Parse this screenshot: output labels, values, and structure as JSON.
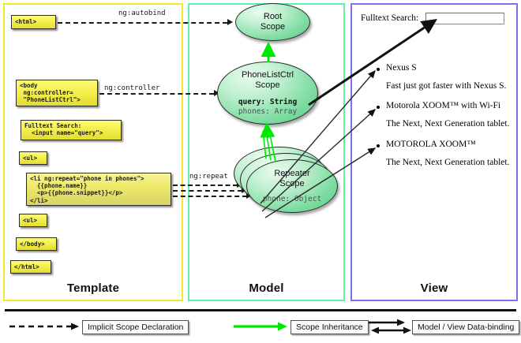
{
  "diagram": {
    "columns": [
      {
        "key": "template",
        "label": "Template",
        "border_color": "#f5ea2a"
      },
      {
        "key": "model",
        "label": "Model",
        "border_color": "#62efad"
      },
      {
        "key": "view",
        "label": "View",
        "border_color": "#7b72ea"
      }
    ]
  },
  "template": {
    "boxes": [
      {
        "name": "html-open-tag",
        "text": "<html>"
      },
      {
        "name": "body-open-tag",
        "text": "<body\n ng:controller=\n \"PhoneListCtrl\">"
      },
      {
        "name": "fulltext-search-markup",
        "text": "Fulltext Search:\n  <input name=\"query\">"
      },
      {
        "name": "ul-open-tag",
        "text": "<ul>"
      },
      {
        "name": "li-repeat-markup",
        "text": "<li ng:repeat=\"phone in phones\">\n  {{phone.name}}\n  <p>{{phone.snippet}}</p>\n</li>"
      },
      {
        "name": "ul-close-tag",
        "text": "<ul>"
      },
      {
        "name": "body-close-tag",
        "text": "</body>"
      },
      {
        "name": "html-close-tag",
        "text": "</html>"
      }
    ]
  },
  "connectors": {
    "autobind": "ng:autobind",
    "controller": "ng:controller",
    "repeat": "ng:repeat"
  },
  "model": {
    "root_scope": {
      "title": "Root\nScope",
      "line1": "Root",
      "line2": "Scope"
    },
    "ctrl_scope": {
      "line1": "PhoneListCtrl",
      "line2": "Scope",
      "prop1": "query: String",
      "prop2": "phones: Array"
    },
    "repeater_scope": {
      "line1": "Repeater",
      "line2": "Scope",
      "prop1": "phone: Object"
    }
  },
  "view": {
    "search_label": "Fulltext Search:",
    "search_value": "",
    "search_placeholder": "",
    "items": [
      {
        "name": "Nexus S",
        "snippet": "Fast just got faster with Nexus S."
      },
      {
        "name": "Motorola XOOM™  with Wi-Fi",
        "snippet": "The Next, Next Generation tablet."
      },
      {
        "name": "MOTOROLA XOOM™",
        "snippet": "The Next, Next Generation tablet."
      }
    ]
  },
  "legend": {
    "items": [
      {
        "key": "implicit",
        "label": "Implicit Scope Declaration",
        "style": "dashed-black"
      },
      {
        "key": "inheritance",
        "label": "Scope Inheritance",
        "style": "solid-green"
      },
      {
        "key": "databinding",
        "label": "Model / View Data-binding",
        "style": "double-black"
      }
    ]
  },
  "colors": {
    "template_border": "#f5ea2a",
    "model_border": "#62efad",
    "view_border": "#7b72ea",
    "code_box_fill": "#f3ef4a",
    "scope_fill": "#7fdca2",
    "inheritance_arrow": "#00e800",
    "line": "#1a1a1a"
  }
}
